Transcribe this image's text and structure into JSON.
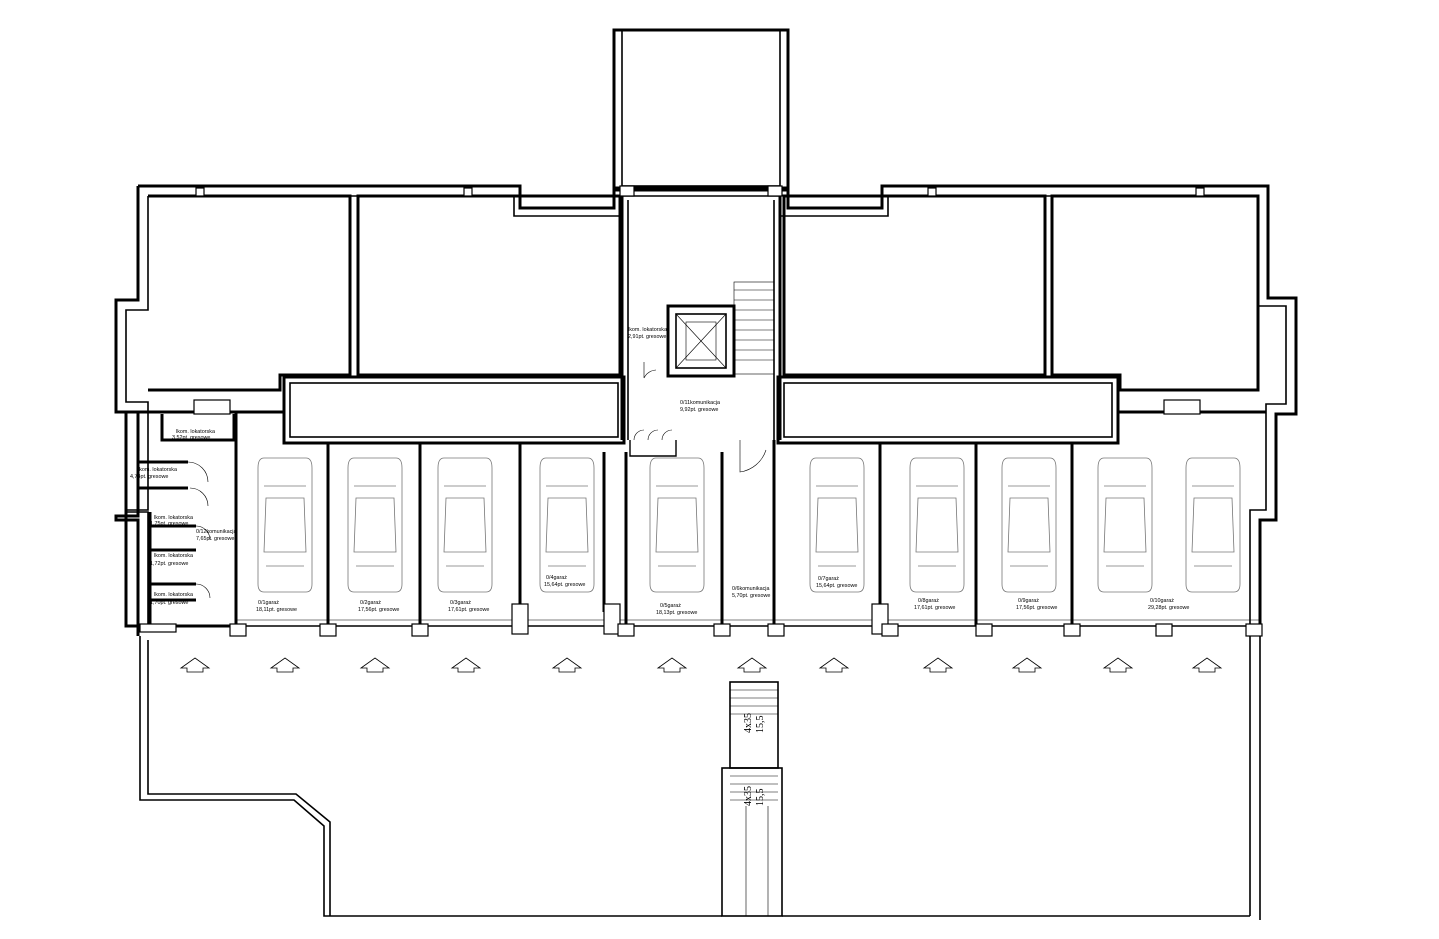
{
  "rooms": {
    "left_small": [
      {
        "name": "lkom. lokatorska",
        "area": "3,52pt. gresowe"
      },
      {
        "name": "lkom. lokatorska",
        "area": "4,74pt. gresowe"
      },
      {
        "name": "lkom. lokatorska",
        "area": "1,75pt. gresowe"
      },
      {
        "name": "0/12komunikacja",
        "area": "7,65pt. gresowe"
      },
      {
        "name": "lkom. lokatorska",
        "area": "1,72pt. gresowe"
      },
      {
        "name": "lkom. lokatorska",
        "area": "1,70pt. gresowe"
      }
    ],
    "elevator_room": {
      "name": "lkom. lokatorska",
      "area": "2,91pt. gresowe"
    },
    "corridor": {
      "name": "0/11komunikacja",
      "area": "9,92pt. gresowe"
    },
    "stair_comm": {
      "name": "0/6komunikacja",
      "area": "5,70pt. gresowe"
    },
    "garages": [
      {
        "name": "0/1garaż",
        "area": "18,11pt. gresowe"
      },
      {
        "name": "0/2garaż",
        "area": "17,56pt. gresowe"
      },
      {
        "name": "0/3garaż",
        "area": "17,61pt. gresowe"
      },
      {
        "name": "0/4garaż",
        "area": "15,64pt. gresowe"
      },
      {
        "name": "0/5garaż",
        "area": "18,13pt. gresowe"
      },
      {
        "name": "0/7garaż",
        "area": "15,64pt. gresowe"
      },
      {
        "name": "0/8garaż",
        "area": "17,61pt. gresowe"
      },
      {
        "name": "0/9garaż",
        "area": "17,56pt. gresowe"
      },
      {
        "name": "0/10garaż",
        "area": "29,28pt. gresowe"
      }
    ]
  },
  "ramp": {
    "upper": {
      "count": "4x35",
      "height": "15,5"
    },
    "lower": {
      "count": "4x35",
      "height": "15,5"
    }
  }
}
